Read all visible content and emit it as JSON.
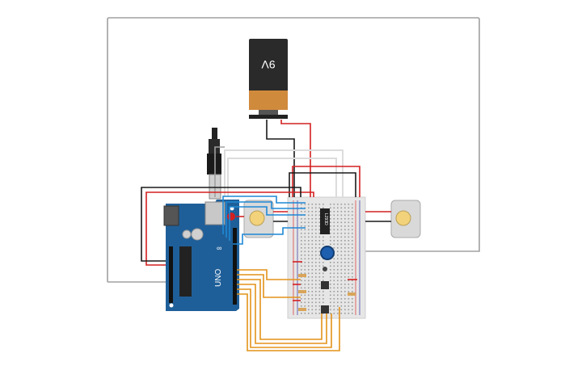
{
  "battery": {
    "label": "9V",
    "body_color": "#2a2a2a",
    "cap_color": "#d08a3c"
  },
  "chip": {
    "label": "L293D"
  },
  "arduino": {
    "label": "UNO",
    "board_color": "#1f5f99"
  },
  "wire_colors": {
    "red": "#d42020",
    "black": "#1a1a1a",
    "gray": "#a0a0a0",
    "white": "#dcdcdc",
    "blue": "#1e88d6",
    "orange": "#e39218"
  },
  "breadboard_color": "#e6e6e6",
  "motor_color": "#d9d9d9"
}
